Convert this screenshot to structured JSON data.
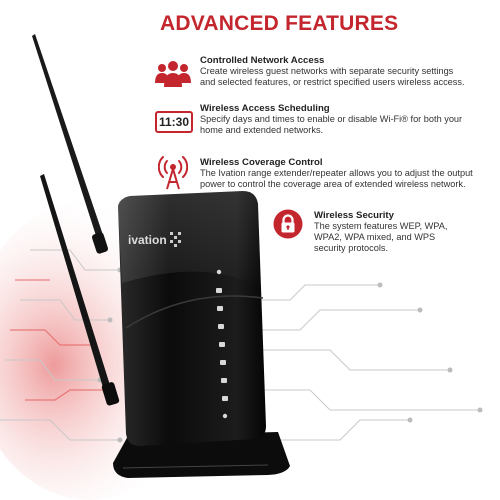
{
  "title": "ADVANCED FEATURES",
  "brand": "ivation",
  "colors": {
    "accent": "#c4262e",
    "device": "#111111",
    "text": "#222222"
  },
  "features": [
    {
      "icon": "users-icon",
      "heading": "Controlled Network Access",
      "lines": [
        "Create wireless guest networks with separate security settings",
        "and selected features, or restrict specified users wireless access."
      ]
    },
    {
      "icon": "clock-icon",
      "icon_text": "11:30",
      "heading": "Wireless Access Scheduling",
      "lines": [
        "Specify days and times to enable or disable Wi-Fi® for both your",
        "home and extended networks."
      ]
    },
    {
      "icon": "signal-tower-icon",
      "heading": "Wireless Coverage Control",
      "lines": [
        "The Ivation range extender/repeater allows you to adjust the output",
        "power to control the coverage area of extended wireless network."
      ]
    },
    {
      "icon": "padlock-icon",
      "heading": "Wireless Security",
      "lines": [
        "The system features WEP, WPA,",
        "WPA2, WPA mixed, and WPS",
        "security protocols."
      ]
    }
  ]
}
